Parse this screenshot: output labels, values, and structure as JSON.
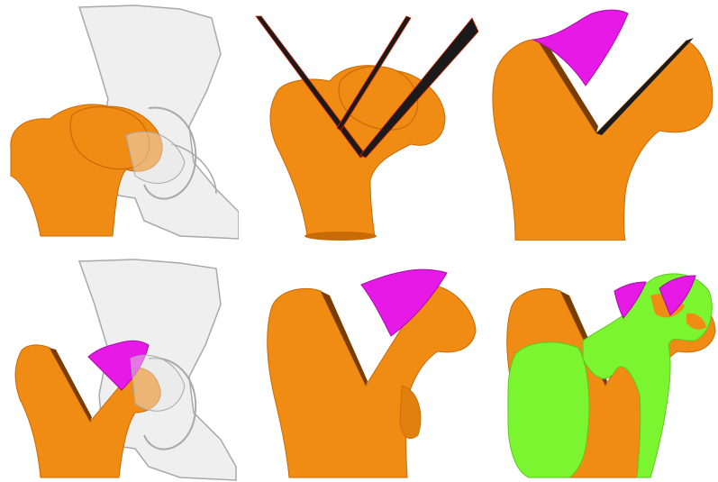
{
  "figure": {
    "background": "#ffffff",
    "colors": {
      "bone": "#F08C14",
      "bone_dark": "#C86A05",
      "pelvis": "#E6E6E6",
      "pelvis_outline": "#A9A9A9",
      "wedge_magenta": "#E619E6",
      "wedge_magenta_dark": "#A60FA6",
      "overlay_green": "#7CF531",
      "cut_plane": "#1a1a1a",
      "cut_plane_edge": "#cc2200"
    },
    "panels": [
      {
        "row": 1,
        "col": 1,
        "content": [
          "femur-head",
          "pelvis-overlay"
        ]
      },
      {
        "row": 1,
        "col": 2,
        "content": [
          "femur-head",
          "cutting-planes"
        ]
      },
      {
        "row": 1,
        "col": 3,
        "content": [
          "femur-v-cut",
          "removed-wedge"
        ]
      },
      {
        "row": 2,
        "col": 1,
        "content": [
          "femur-v-cut",
          "removed-wedge",
          "pelvis-overlay"
        ]
      },
      {
        "row": 2,
        "col": 2,
        "content": [
          "femur-v-cut",
          "removed-wedge"
        ]
      },
      {
        "row": 2,
        "col": 3,
        "content": [
          "femur-v-cut",
          "removed-wedge",
          "green-overlay"
        ]
      }
    ]
  }
}
